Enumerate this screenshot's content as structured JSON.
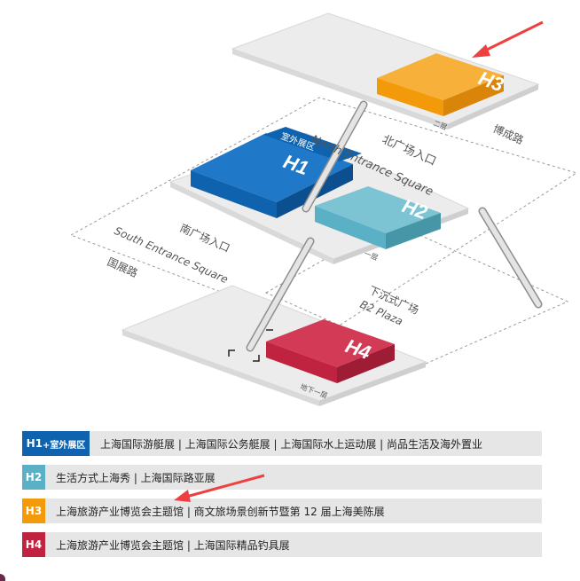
{
  "halls": {
    "h3": {
      "label": "H3",
      "floor": "二层"
    },
    "h1": {
      "label": "H1",
      "outdoor": "室外展区"
    },
    "h2": {
      "label": "H2",
      "floor": "一层"
    },
    "h4": {
      "label": "H4",
      "floor": "地下一层"
    }
  },
  "areas": {
    "north_cn": "北广场入口",
    "north_en": "North Entrance Square",
    "south_cn": "南广场入口",
    "south_en": "South Entrance Square",
    "b2_cn": "下沉式广场",
    "b2_en": "B2 Plaza",
    "road_bocheng": "博成路",
    "road_guozhan": "国展路"
  },
  "legend": [
    {
      "tag": "H1",
      "tag_suffix": "+室外展区",
      "desc": "上海国际游艇展 | 上海国际公务艇展 | 上海国际水上运动展 | 尚品生活及海外置业"
    },
    {
      "tag": "H2",
      "desc": "生活方式上海秀 | 上海国际路亚展"
    },
    {
      "tag": "H3",
      "desc": "上海旅游产业博览会主题馆 | 商文旅场景创新节暨第 12 届上海美陈展"
    },
    {
      "tag": "H4",
      "desc": "上海旅游产业博览会主题馆 | 上海国际精品钓具展"
    }
  ],
  "colors": {
    "h1": "#0f62ad",
    "h2": "#5ab0c4",
    "h3": "#f39a0b",
    "h4": "#c0233f",
    "platform": "#ececec",
    "legend_bg": "#e6e6e6",
    "arrow": "#ee4040"
  }
}
